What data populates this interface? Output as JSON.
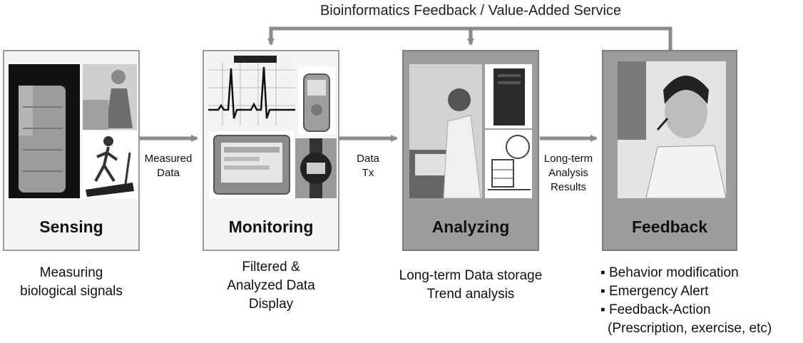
{
  "top_feedback": "Bioinformatics Feedback / Value-Added Service",
  "stages": [
    {
      "label": "Sensing"
    },
    {
      "label": "Monitoring"
    },
    {
      "label": "Analyzing"
    },
    {
      "label": "Feedback"
    }
  ],
  "connectors": [
    {
      "text": "Measured\nData"
    },
    {
      "text": "Data\nTx"
    },
    {
      "text": "Long-term\nAnalysis\nResults"
    }
  ],
  "captions": {
    "sensing": "Measuring\nbiological signals",
    "monitoring": "Filtered &\nAnalyzed  Data\nDisplay",
    "analyzing": "Long-term Data storage\nTrend analysis"
  },
  "feedback_bullets": [
    "▪ Behavior modification",
    "▪ Emergency Alert",
    "▪ Feedback-Action"
  ],
  "feedback_bullet_note": "(Prescription, exercise, etc)",
  "colors": {
    "line": "#8a8a8a",
    "dark_box": "#9d9d9d",
    "light_box": "#f5f5f5"
  }
}
